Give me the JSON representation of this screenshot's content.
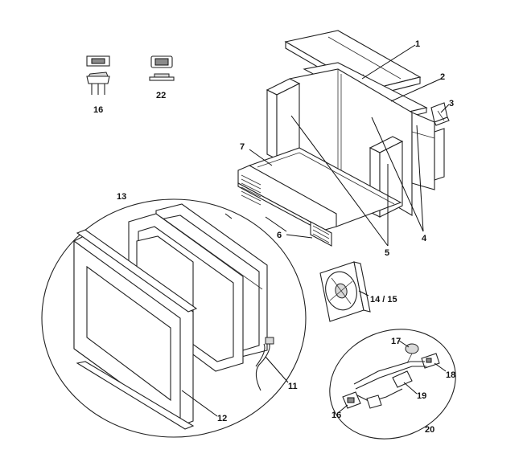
{
  "labels": {
    "p1": "1",
    "p2": "2",
    "p3": "3",
    "p4": "4",
    "p5": "5",
    "p6": "6",
    "p7": "7",
    "p11": "11",
    "p12": "12",
    "p13": "13",
    "p14_15": "14 / 15",
    "p16_top": "16",
    "p16_bottom": "16",
    "p17": "17",
    "p18": "18",
    "p19": "19",
    "p20": "20",
    "p22": "22"
  }
}
